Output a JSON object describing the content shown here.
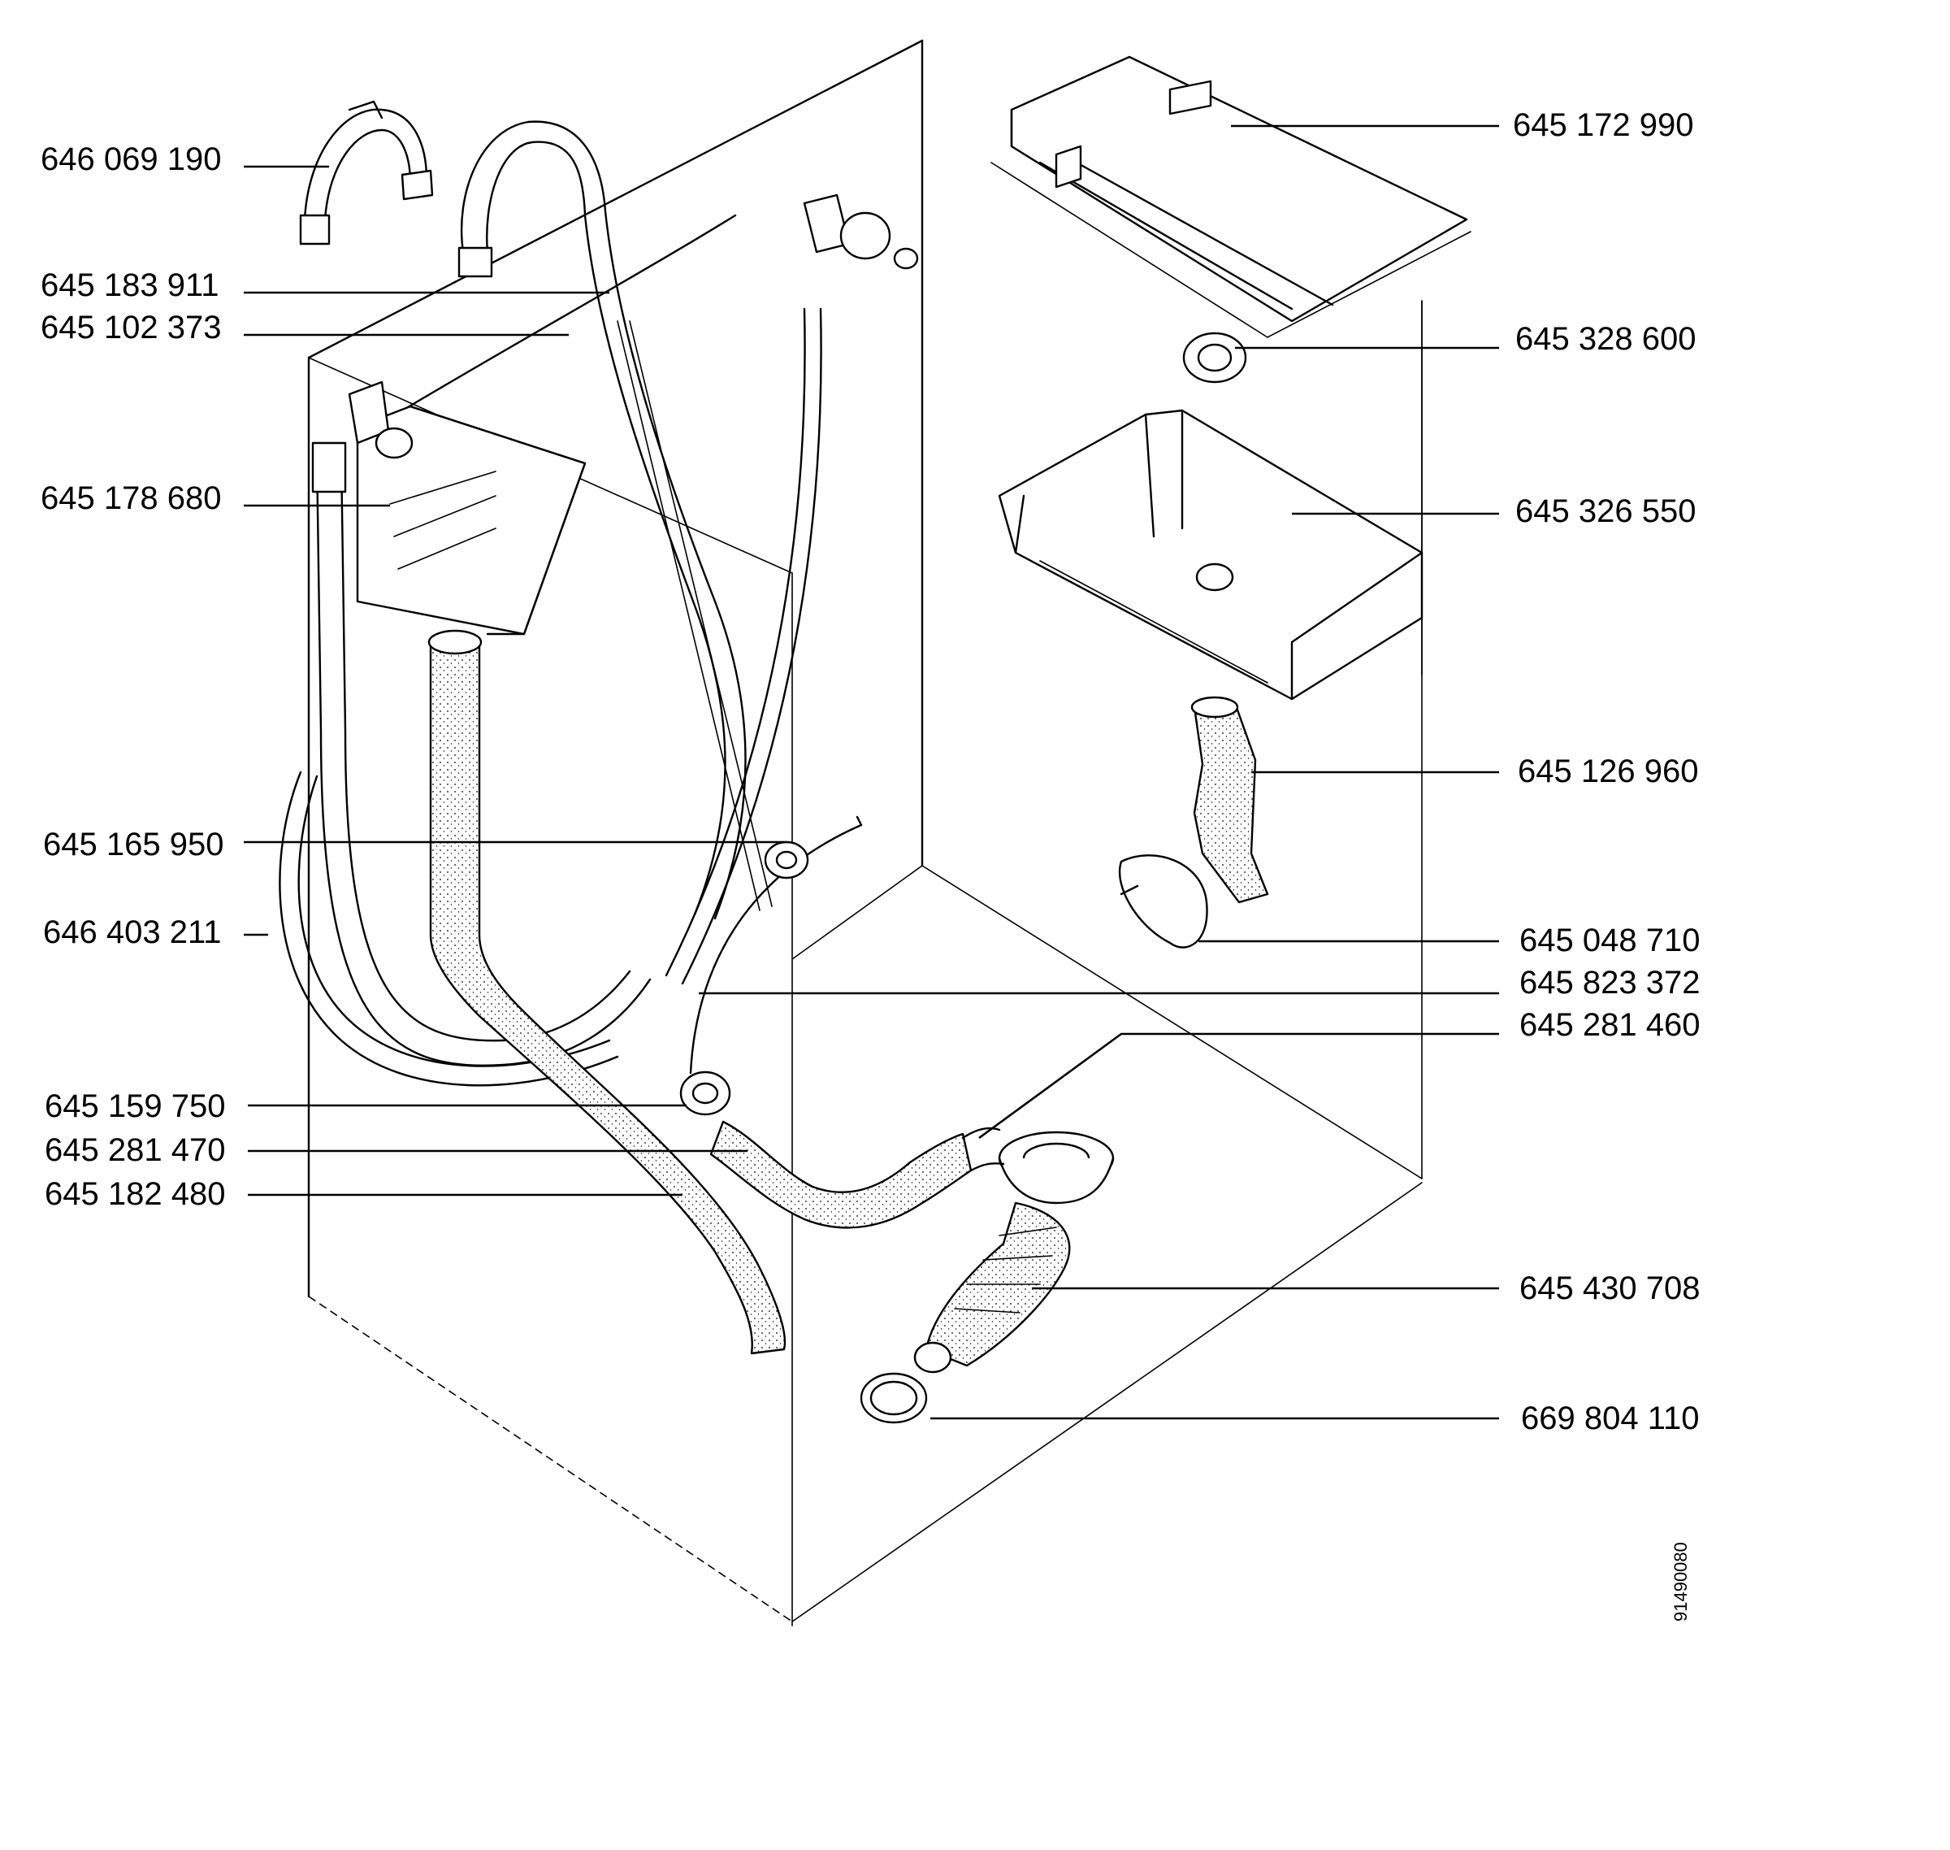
{
  "diagram": {
    "document_id": "91490080",
    "labels": [
      {
        "id": "pump-hood-bracket",
        "text": "646 069 190"
      },
      {
        "id": "hose-a",
        "text": "645 183 911"
      },
      {
        "id": "wire-a",
        "text": "645 102 373"
      },
      {
        "id": "detergent-box",
        "text": "645 178 680"
      },
      {
        "id": "grommet-a",
        "text": "645 165 950"
      },
      {
        "id": "hose-b",
        "text": "646 403 211"
      },
      {
        "id": "grommet-b",
        "text": "645 159 750"
      },
      {
        "id": "hose-c",
        "text": "645 281 470"
      },
      {
        "id": "hose-d",
        "text": "645 182 480"
      },
      {
        "id": "top-lid",
        "text": "645 172 990"
      },
      {
        "id": "seal-ring",
        "text": "645 328 600"
      },
      {
        "id": "tray",
        "text": "645 326 550"
      },
      {
        "id": "bellow-pipe",
        "text": "645 126 960"
      },
      {
        "id": "valve-disc",
        "text": "645 048 710"
      },
      {
        "id": "wire-b",
        "text": "645 823 372"
      },
      {
        "id": "elbow-hose",
        "text": "645 281 460"
      },
      {
        "id": "sump-bellow",
        "text": "645 430 708"
      },
      {
        "id": "hose-clamp",
        "text": "669 804 110"
      }
    ]
  }
}
